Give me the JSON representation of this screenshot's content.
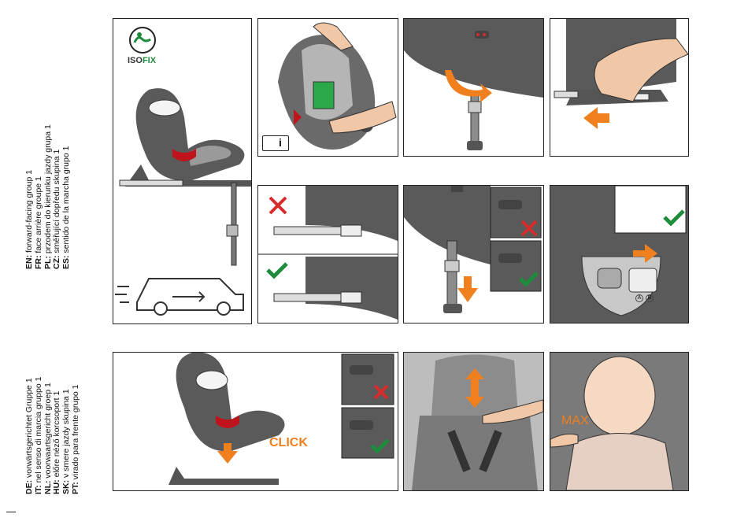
{
  "colors": {
    "orange": "#f07f1e",
    "green": "#1e8c3c",
    "red": "#d62c2c",
    "grey_dark": "#5a5a5a",
    "grey_mid": "#8c8c8c",
    "grey_light": "#c8c8c8",
    "seat_red": "#c0141c"
  },
  "languages_group_a": [
    {
      "code": "EN:",
      "text": "forward-facing group 1"
    },
    {
      "code": "FR:",
      "text": "face arrière groupe 1"
    },
    {
      "code": "PL:",
      "text": "przodem do kierunku jazdy grupa 1"
    },
    {
      "code": "CZ:",
      "text": "směřující dopředu skupina 1"
    },
    {
      "code": "ES:",
      "text": "sentido de la marcha grupo 1"
    }
  ],
  "languages_group_b": [
    {
      "code": "DE:",
      "text": "vorwärtsgerichtet Gruppe 1"
    },
    {
      "code": "IT:",
      "text": "nel senso di marcia gruppo 1"
    },
    {
      "code": "NL:",
      "text": "voorwaartsgericht groep 1"
    },
    {
      "code": "HU:",
      "text": "előre néző korcsoport 1"
    },
    {
      "code": "SK:",
      "text": "v smere jazdy skupina 1"
    },
    {
      "code": "PT:",
      "text": "virado para frente grupo 1"
    }
  ],
  "panels": {
    "isofix_logo_text_iso": "ISO",
    "isofix_logo_text_fix": "FIX",
    "manual_icon_text": "i",
    "button_labels": [
      "A",
      "B"
    ],
    "click_label": "CLICK",
    "max_label": "MAX"
  },
  "icons": [
    "isofix-logo-icon",
    "manual-book-icon",
    "car-direction-icon",
    "cross-icon",
    "check-icon",
    "arrow-icon"
  ]
}
